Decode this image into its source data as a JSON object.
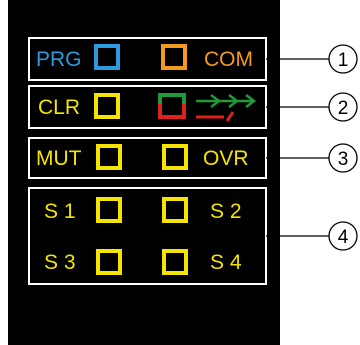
{
  "colors": {
    "panel_bg": "#000000",
    "frame": "#ffffff",
    "blue": "#2b9be0",
    "orange": "#f39a1e",
    "yellow": "#f5e400",
    "green": "#1f9a3a",
    "red": "#e0201b",
    "callout_line": "#000000",
    "callout_fill": "#ffffff"
  },
  "rows": {
    "row1": {
      "left_label": "PRG",
      "right_label": "COM",
      "left_button_color": "blue",
      "right_button_color": "orange",
      "callout": "1"
    },
    "row2": {
      "left_label": "CLR",
      "left_button_color": "yellow",
      "status_icon": "green-red-status-square-with-arrows-icon",
      "callout": "2"
    },
    "row3": {
      "left_label": "MUT",
      "right_label": "OVR",
      "button_color": "yellow",
      "callout": "3"
    },
    "row4": {
      "labels": [
        "S 1",
        "S 2",
        "S 3",
        "S 4"
      ],
      "button_color": "yellow",
      "callout": "4"
    }
  }
}
